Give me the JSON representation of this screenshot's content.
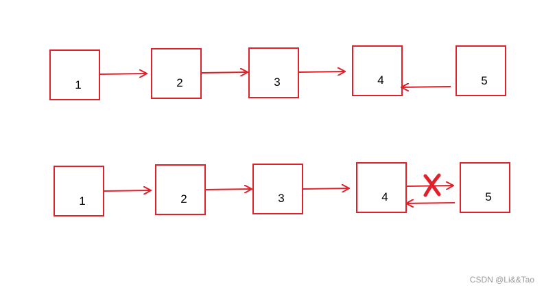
{
  "colors": {
    "stroke": "#e0202a",
    "text": "#000000",
    "cross": "#e0202a"
  },
  "top_list": {
    "nodes": [
      "1",
      "2",
      "3",
      "4",
      "5"
    ],
    "edges": [
      {
        "from": "1",
        "to": "2"
      },
      {
        "from": "2",
        "to": "3"
      },
      {
        "from": "3",
        "to": "4"
      },
      {
        "from": "5",
        "to": "4"
      }
    ]
  },
  "bottom_list": {
    "nodes": [
      "1",
      "2",
      "3",
      "4",
      "5"
    ],
    "edges": [
      {
        "from": "1",
        "to": "2"
      },
      {
        "from": "2",
        "to": "3"
      },
      {
        "from": "3",
        "to": "4"
      },
      {
        "from": "4",
        "to": "5",
        "removed": true
      },
      {
        "from": "5",
        "to": "4"
      }
    ],
    "cross_icon": "x-mark"
  },
  "watermark": "CSDN @Li&&Tao"
}
